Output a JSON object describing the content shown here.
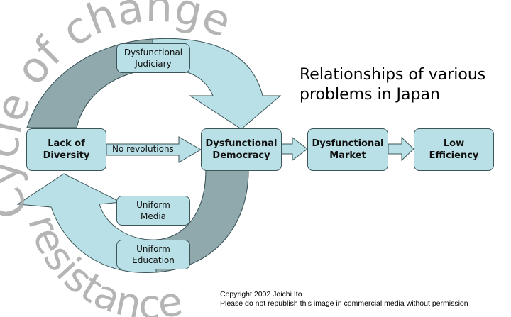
{
  "title": [
    "Relationships of various",
    "problems in Japan"
  ],
  "watermark": {
    "top_arc": "Cycle of change",
    "bottom_arc": "resistance",
    "color": "#a8a8a8"
  },
  "nodes": {
    "lack_of_diversity": [
      "Lack of",
      "Diversity"
    ],
    "dysfunctional_judiciary": [
      "Dysfunctional",
      "Judiciary"
    ],
    "dysfunctional_democracy": [
      "Dysfunctional",
      "Democracy"
    ],
    "dysfunctional_market": [
      "Dysfunctional",
      "Market"
    ],
    "low_efficiency": [
      "Low",
      "Efficiency"
    ],
    "uniform_media": [
      "Uniform",
      "Media"
    ],
    "uniform_education": [
      "Uniform",
      "Education"
    ]
  },
  "arrow_labels": {
    "no_revolutions": "No revolutions"
  },
  "copyright": [
    "Copyright 2002 Joichi Ito",
    "Please do not republish this image in commercial media without permission"
  ],
  "colors": {
    "box_fill": "#b9e0e6",
    "arrow_light": "#b9e0e6",
    "arrow_dark": "#8fa9ad",
    "outline": "#3b5559"
  }
}
